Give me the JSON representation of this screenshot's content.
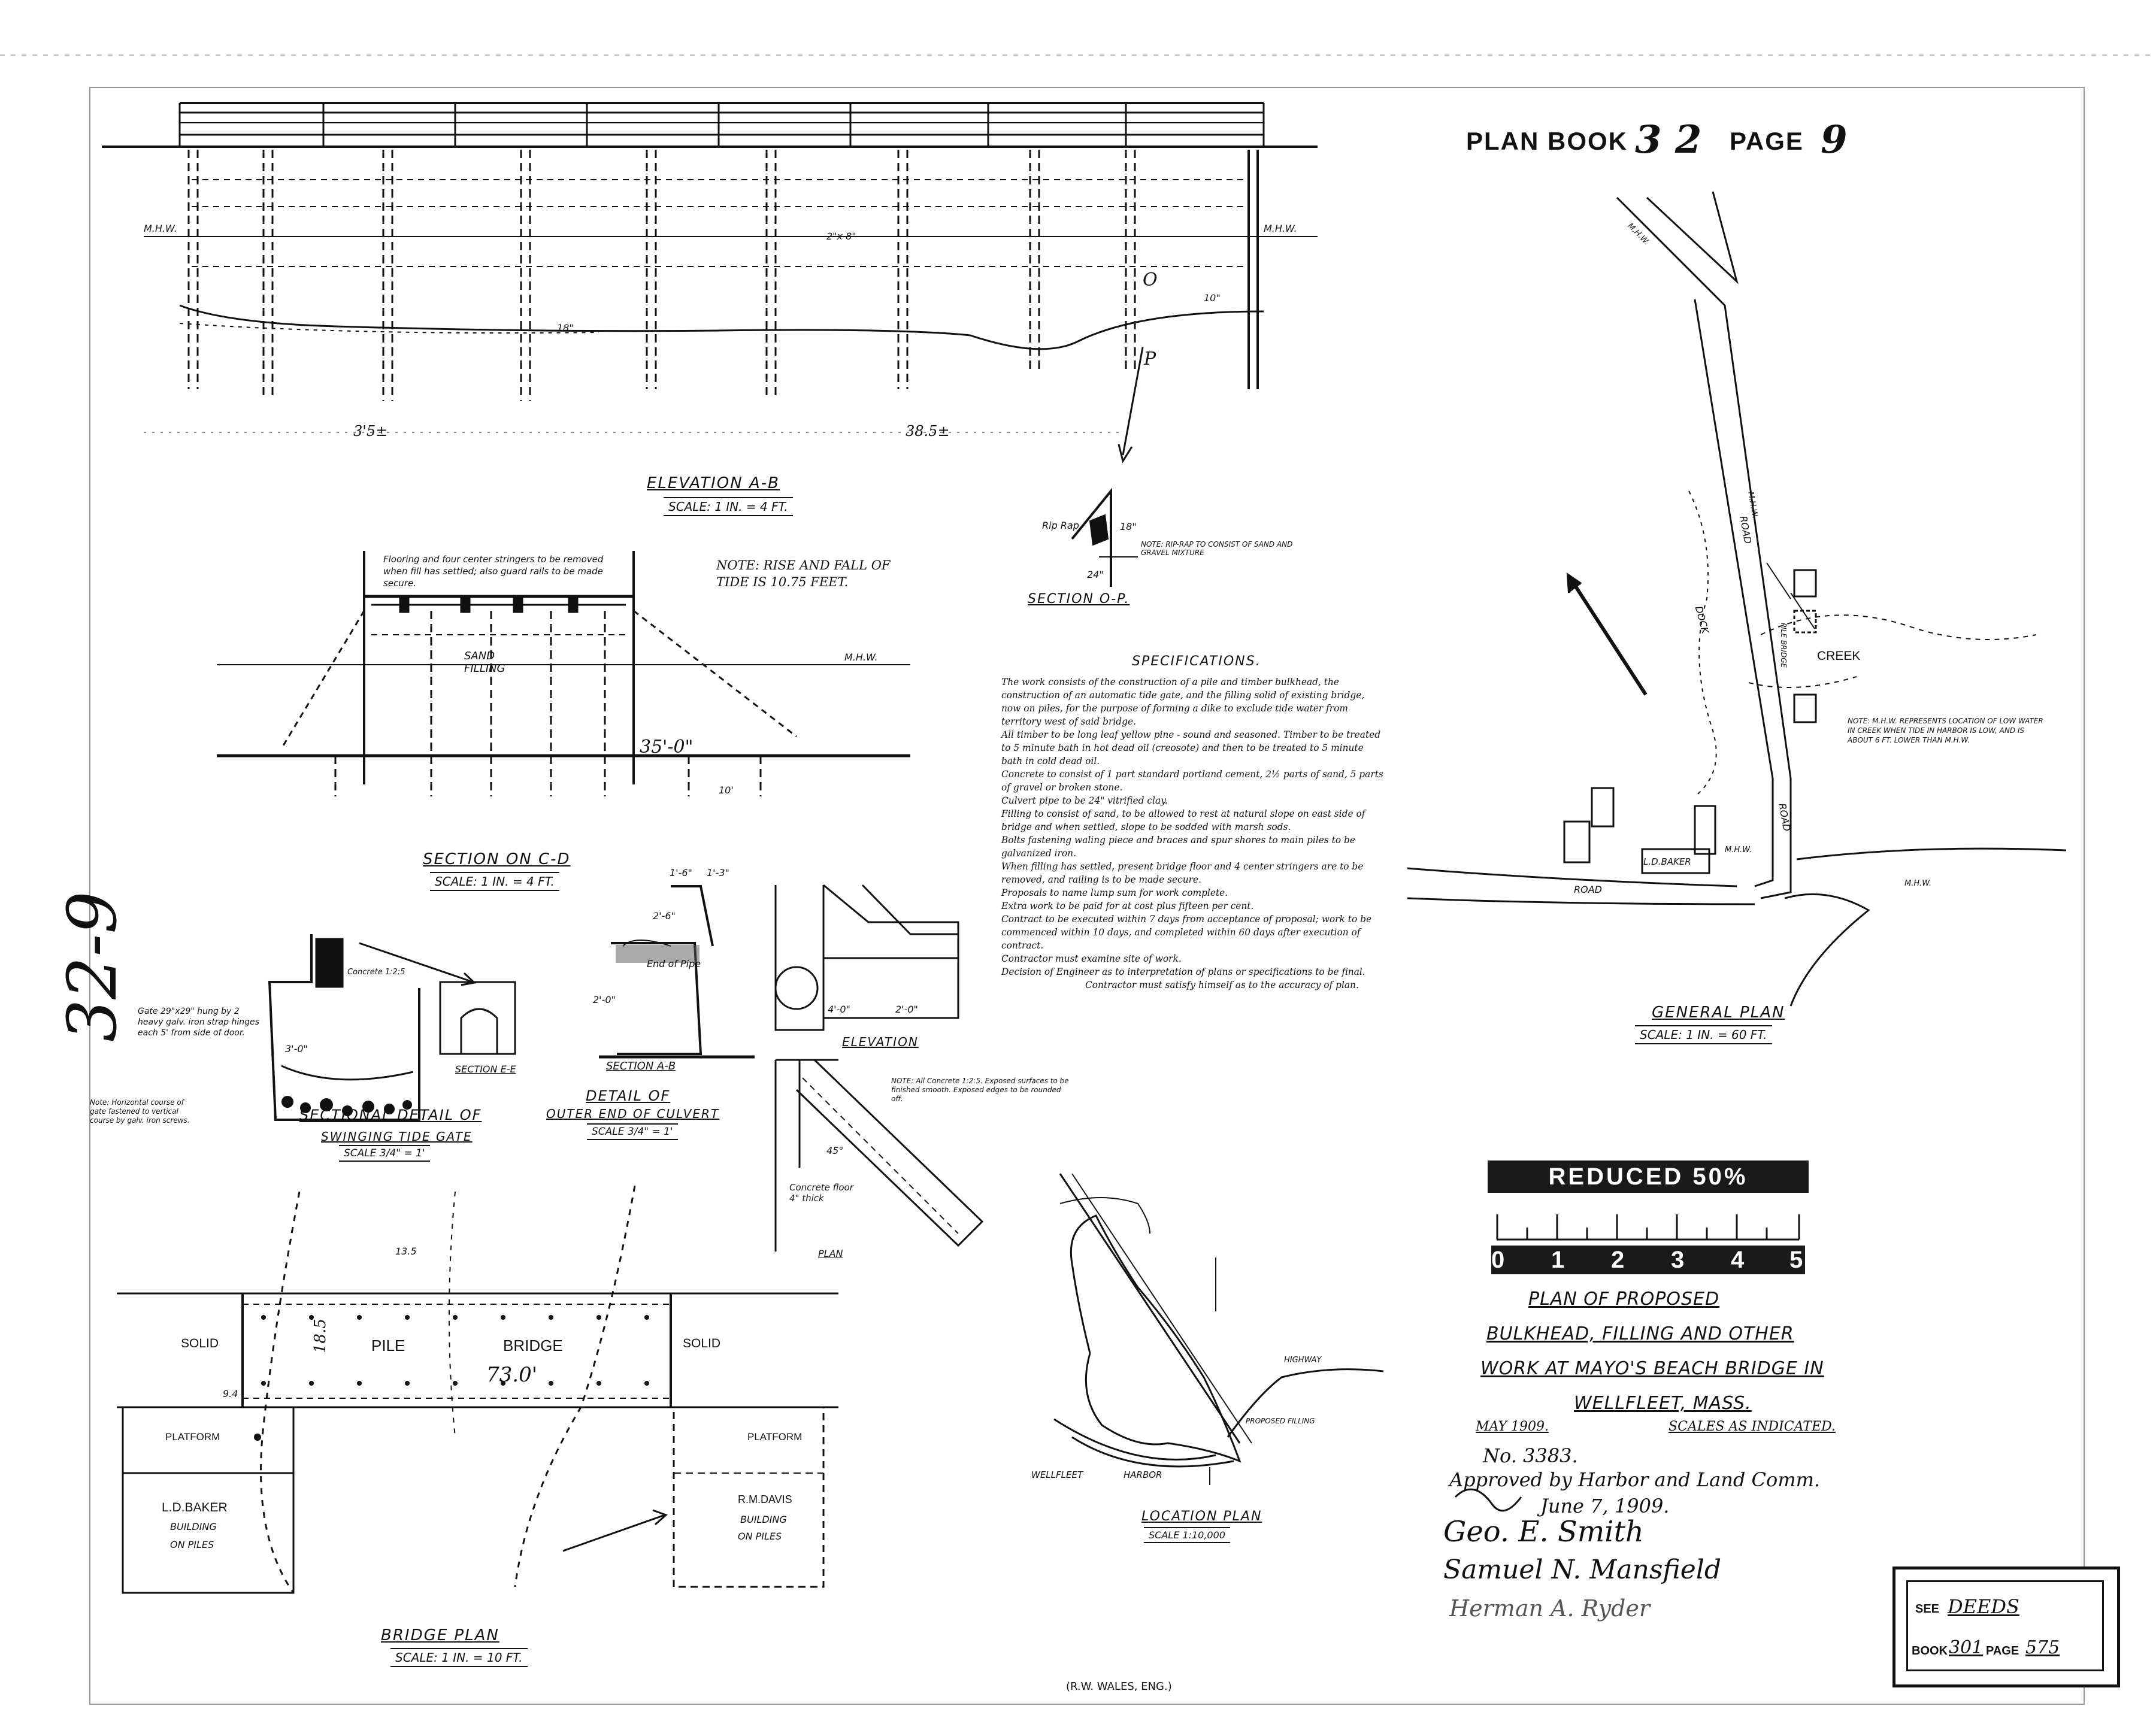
{
  "header": {
    "plan_book_label": "PLAN BOOK",
    "book_no": "3 2",
    "page_label": "PAGE",
    "page_no": "9"
  },
  "margin_number": "32-9",
  "elevation": {
    "title": "ELEVATION A-B",
    "scale": "SCALE: 1 IN. = 4 FT.",
    "mhw_left": "M.H.W.",
    "mhw_right": "M.H.W.",
    "dim_left": "3'5±",
    "dim_right": "38.5±",
    "point_o": "O",
    "point_p": "P",
    "size_label": "2\"x 8\"",
    "depth_18": "18\"",
    "depth_10": "10\""
  },
  "section_op": {
    "title": "SECTION O-P.",
    "riprap": "Rip Rap",
    "dim_18": "18\"",
    "dim_24": "24\"",
    "note": "NOTE: RIP-RAP TO CONSIST OF SAND AND GRAVEL MIXTURE"
  },
  "section_cd": {
    "title": "SECTION ON C-D",
    "scale": "SCALE: 1 IN. = 4 FT.",
    "note_flooring": "Flooring and four center stringers to be removed when fill has settled; also guard rails to be made secure.",
    "note_tide": "NOTE: RISE AND FALL OF TIDE IS 10.75 FEET.",
    "sand_filling": "SAND FILLING",
    "mhw": "M.H.W.",
    "width": "35'-0\"",
    "dim_10": "10'"
  },
  "tide_gate": {
    "title": "SECTIONAL DETAIL OF",
    "title2": "SWINGING TIDE GATE",
    "scale": "SCALE 3/4\" = 1'",
    "gate_note": "Gate 29\"x29\" hung by 2 heavy galv. iron strap hinges each 5' from side of door.",
    "dim": "3'-0\"",
    "section_ee": "SECTION E-E",
    "footnote": "Note: Horizontal course of gate fastened to vertical course by galv. iron screws.",
    "concrete": "Concrete 1:2:5"
  },
  "culvert": {
    "title": "DETAIL OF",
    "title2": "OUTER END OF CULVERT",
    "scale": "SCALE 3/4\" = 1'",
    "section_ab": "SECTION A-B",
    "dims": [
      "1'-6\"",
      "1'-3\"",
      "2'-0\"",
      "2'-6\""
    ],
    "end_pipe": "End of Pipe"
  },
  "elevation_detail": {
    "title": "ELEVATION",
    "dim_a": "4'-0\"",
    "dim_b": "2'-0\"",
    "plan_label": "PLAN",
    "concrete_floor": "Concrete floor 4\" thick",
    "angle": "45°",
    "note": "NOTE: All Concrete 1:2:5. Exposed surfaces to be finished smooth. Exposed edges to be rounded off."
  },
  "specifications": {
    "title": "SPECIFICATIONS.",
    "paragraphs": [
      "The work consists of the construction of a pile and timber bulkhead, the construction of an automatic tide gate, and the filling solid of existing bridge, now on piles, for the purpose of forming a dike to exclude tide water from territory west of said bridge.",
      "All timber to be long leaf yellow pine - sound and seasoned. Timber to be treated to 5 minute bath in hot dead oil (creosote) and then to be treated to 5 minute bath in cold dead oil.",
      "Concrete to consist of 1 part standard portland cement, 2½ parts of sand, 5 parts of gravel or broken stone.",
      "Culvert pipe to be 24\" vitrified clay.",
      "Filling to consist of sand, to be allowed to rest at natural slope on east side of bridge and when settled, slope to be sodded with marsh sods.",
      "Bolts fastening waling piece and braces and spur shores to main piles to be galvanized iron.",
      "When filling has settled, present bridge floor and 4 center stringers are to be removed, and railing is to be made secure.",
      "Proposals to name lump sum for work complete.",
      "Extra work to be paid for at cost plus fifteen per cent.",
      "Contract to be executed within 7 days from acceptance of proposal; work to be commenced within 10 days, and completed within 60 days after execution of contract.",
      "Contractor must examine site of work.",
      "Decision of Engineer as to interpretation of plans or specifications to be final.",
      "Contractor must satisfy himself as to the accuracy of plan."
    ]
  },
  "general_plan": {
    "title": "GENERAL PLAN",
    "scale": "SCALE: 1 IN. = 60 FT.",
    "labels": {
      "creek": "CREEK",
      "road_upper": "ROAD",
      "road_lower": "ROAD",
      "dock": "DOCK",
      "baker": "L.D.BAKER",
      "mhw1": "M.H.W.",
      "mhw2": "M.H.W.",
      "mhw3": "M.H.W.",
      "mhw4": "M.H.W.",
      "pile_bridge": "PILE BRIDGE"
    },
    "note": "NOTE: M.H.W. REPRESENTS LOCATION OF LOW WATER IN CREEK WHEN TIDE IN HARBOR IS LOW, AND IS ABOUT 6 FT. LOWER THAN M.H.W."
  },
  "reduced": {
    "label": "REDUCED 50%",
    "digits": [
      "0",
      "1",
      "2",
      "3",
      "4",
      "5"
    ]
  },
  "title_block": {
    "line1": "PLAN OF PROPOSED",
    "line2": "BULKHEAD, FILLING AND OTHER",
    "line3": "WORK AT MAYO'S BEACH BRIDGE IN",
    "line4": "WELLFLEET, MASS.",
    "date": "MAY 1909.",
    "scales": "SCALES AS INDICATED.",
    "number": "No. 3383.",
    "approved": "Approved by Harbor and Land Comm.",
    "approved_date": "June 7, 1909.",
    "signatures": [
      "Geo. E. Smith",
      "Samuel N. Mansfield",
      "Herman A. Ryder"
    ]
  },
  "bridge_plan": {
    "title": "BRIDGE PLAN",
    "scale": "SCALE: 1 IN. = 10 FT.",
    "solid_left": "SOLID",
    "pile": "PILE",
    "bridge": "BRIDGE",
    "solid_right": "SOLID",
    "length": "73.0'",
    "width": "18.5",
    "dim_135": "13.5",
    "dim_94": "9.4",
    "platform_left": "PLATFORM",
    "platform_right": "PLATFORM",
    "baker": "L.D.BAKER",
    "baker_sub1": "BUILDING",
    "baker_sub2": "ON PILES",
    "davis": "R.M.DAVIS",
    "davis_sub1": "BUILDING",
    "davis_sub2": "ON PILES"
  },
  "location_plan": {
    "title": "LOCATION PLAN",
    "scale": "SCALE 1:10,000",
    "wellfleet": "WELLFLEET",
    "harbor": "HARBOR",
    "highway": "HIGHWAY",
    "proposed": "PROPOSED FILLING"
  },
  "engineer": "(R.W. WALES, ENG.)",
  "deeds": {
    "see": "SEE",
    "deeds": "DEEDS",
    "book": "BOOK",
    "book_no": "301",
    "page": "PAGE",
    "page_no": "575"
  }
}
